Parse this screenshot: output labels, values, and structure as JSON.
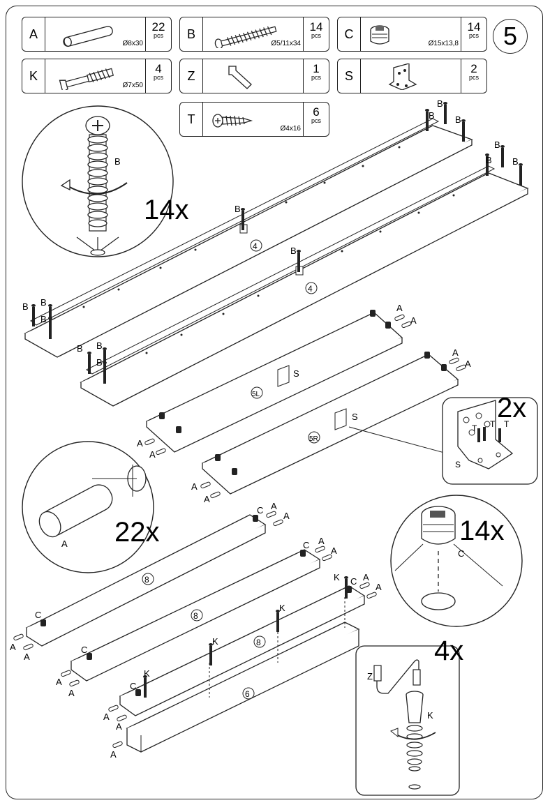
{
  "step_number": "5",
  "pcs_label": "pcs",
  "parts": [
    {
      "letter": "A",
      "dim": "Ø8x30",
      "qty": "22"
    },
    {
      "letter": "B",
      "dim": "Ø5/11x34",
      "qty": "14"
    },
    {
      "letter": "C",
      "dim": "Ø15x13,8",
      "qty": "14"
    },
    {
      "letter": "K",
      "dim": "Ø7x50",
      "qty": "4"
    },
    {
      "letter": "Z",
      "dim": "",
      "qty": "1"
    },
    {
      "letter": "S",
      "dim": "",
      "qty": "2"
    },
    {
      "letter": "T",
      "dim": "Ø4x16",
      "qty": "6"
    }
  ],
  "multipliers": {
    "b_detail": "14x",
    "a_detail": "22x",
    "s_detail": "2x",
    "c_detail": "14x",
    "k_detail": "4x"
  },
  "panel_labels": {
    "four": "4",
    "fiveL": "5L",
    "fiveR": "5R",
    "eight": "8",
    "six": "6"
  },
  "letters": {
    "A": "A",
    "B": "B",
    "C": "C",
    "K": "K",
    "S": "S",
    "T": "T",
    "Z": "Z"
  }
}
